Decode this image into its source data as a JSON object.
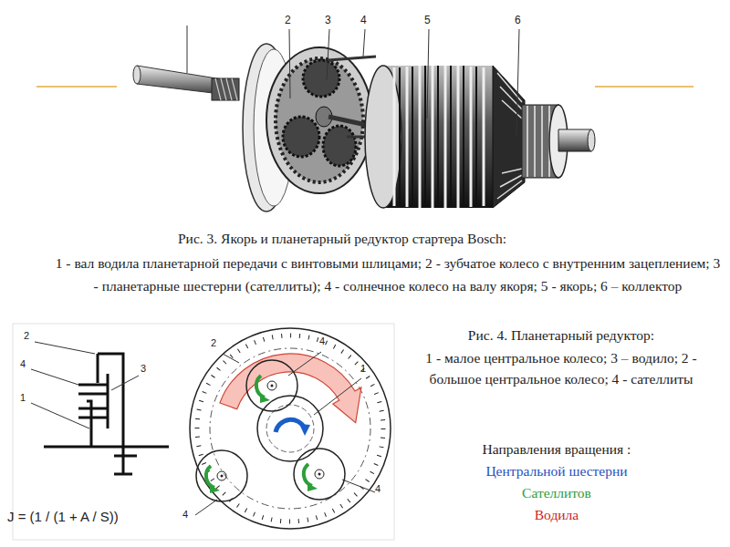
{
  "diagram": {
    "labels": [
      "2",
      "3",
      "4",
      "5",
      "6",
      "Рис. 3. Якорь и планетарный редуктор стартера Bosch:",
      "1 - вал водила планетарной передачи с винтовыми шлицами; 2 - зубчатое колесо с внутренним зацеплением; 3 - планетарные шестерни (сателлиты); 4 - солнечное колесо на валу якоря; 5 - якорь; 6 – коллектор",
      "2",
      "4",
      "3",
      "1",
      "2",
      "4",
      "1",
      "4",
      "4",
      "J = (1 / (1 + A / S))",
      "Рис. 4. Планетарный редуктор:",
      "1 - малое центральное колесо; 3 – водило; 2 - большое центральное колесо; 4 - сателлиты",
      "Направления вращения :",
      "Центральной шестерни",
      "Сателлитов",
      "Водила"
    ]
  }
}
